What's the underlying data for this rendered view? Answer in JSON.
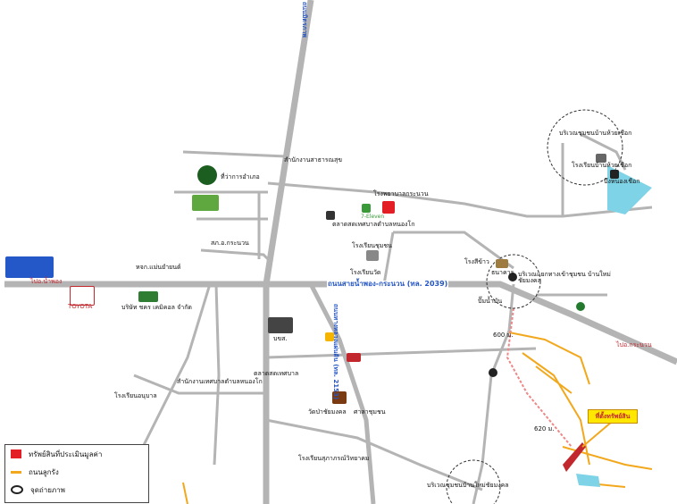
{
  "legend": {
    "property": "ทรัพย์สินที่ประเมินมูลค่า",
    "laterite_road": "ถนนลูกรัง",
    "photo_point": "จุดถ่ายภาพ"
  },
  "target_label": "ที่ตั้งทรัพย์สิน",
  "roads": {
    "main_highway": "ถนนสายน้ำพอง-กระนวน (ทล. 2039)",
    "highway_2153": "ถนนทางหลวงแผ่นดิน (ทล. 2153)",
    "to_nam_phong": "ไปอ.น้ำพอง",
    "to_kranuan": "ไปอ.กระนวน",
    "north_road": "ถนนมิตรภาพ"
  },
  "areas": {
    "huai_chueak": "บริเวณชุมชนบ้านห้วยเชือก",
    "junction": "บริเวณแยกทางเข้าชุมชน บ้านใหม่ชัยมงคล",
    "ban_mai": "บริเวณชุมชนบ้านใหม่ชัยมงคล"
  },
  "distances": {
    "d600": "600 ม.",
    "d620": "620 ม."
  },
  "places": {
    "district_office": "ที่ว่าการอำเภอ",
    "health_office": "สำนักงานสาธารณสุข",
    "hospital": "โรงพยาบาลกระนวน",
    "market": "ตลาดสดเทศบาลตำบลหนองโก",
    "police": "สภ.อ.กระนวน",
    "school_north": "โรงเรียนชุมชน",
    "temple_school": "โรงเรียนวัด",
    "car_dealer": "หจก.แม่นยำยนต์",
    "company": "บริษัท ชคร เคมิคอล จำกัด",
    "municipal_office": "สำนักงานเทศบาลตำบลหนองโก",
    "school_sw": "โรงเรียนอนุบาล",
    "municipal_market": "ตลาดสดเทศบาล",
    "temple": "วัดป่าชัยมงคล",
    "shrine": "ศาลาชุมชน",
    "school_south": "โรงเรียนสุภาภรณ์วิทยาคม",
    "school_ne": "โรงเรียนบ้านห้วยเชือก",
    "lake": "บึงหนองเชือก",
    "gas": "ปั๊มน้ำมัน",
    "factory": "โรงสีข้าว",
    "toyota": "TOYOTA",
    "boxbank": "บขส.",
    "bank": "ธนาคาร",
    "seven": "7-Eleven"
  },
  "colors": {
    "road": "#b4b4b4",
    "laterite": "#f2a81d",
    "property": "#e31e24",
    "water": "#7fd3e6",
    "blue_text": "#2455c4"
  }
}
